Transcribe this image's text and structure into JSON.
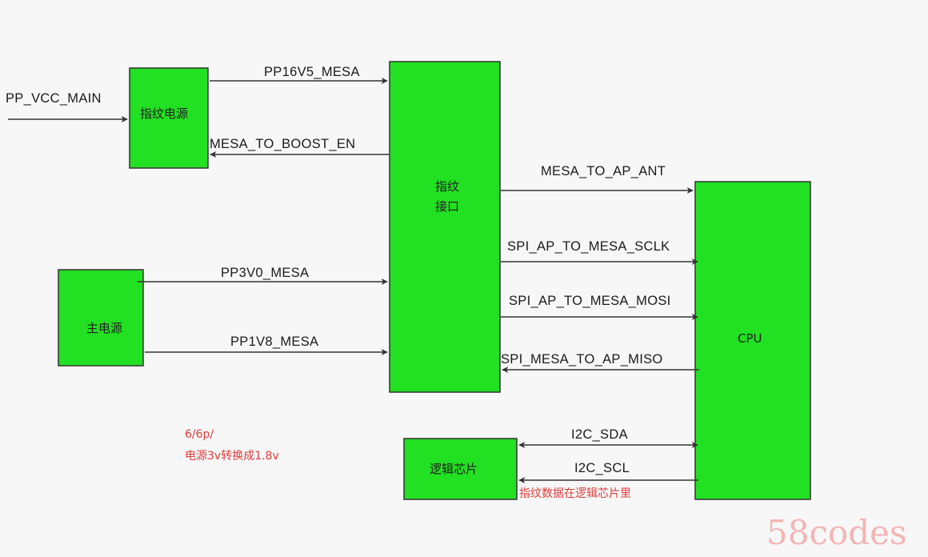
{
  "colors": {
    "block_fill": "#22e022",
    "block_stroke": "#333333",
    "arrow": "#333333",
    "note": "#e23c3c",
    "watermark": "#f3b5b5"
  },
  "blocks": {
    "fp_power": "指纹电源",
    "fp_interface_line1": "指纹",
    "fp_interface_line2": "接口",
    "main_power": "主电源",
    "cpu": "CPU",
    "logic_chip": "逻辑芯片"
  },
  "signals": {
    "pp_vcc_main": "PP_VCC_MAIN",
    "pp16v5_mesa": "PP16V5_MESA",
    "mesa_to_boost_en": "MESA_TO_BOOST_EN",
    "pp3v0_mesa": "PP3V0_MESA",
    "pp1v8_mesa": "PP1V8_MESA",
    "mesa_to_ap_ant": "MESA_TO_AP_ANT",
    "spi_ap_to_mesa_sclk": "SPI_AP_TO_MESA_SCLK",
    "spi_ap_to_mesa_mosi": "SPI_AP_TO_MESA_MOSI",
    "spi_mesa_to_ap_miso": "SPI_MESA_TO_AP_MISO",
    "i2c_sda": "I2C_SDA",
    "i2c_scl": "I2C_SCL"
  },
  "notes": {
    "model": "6/6p/",
    "conversion": "电源3v转换成1.8v",
    "storage": "指纹数据在逻辑芯片里"
  },
  "watermark": "58codes"
}
